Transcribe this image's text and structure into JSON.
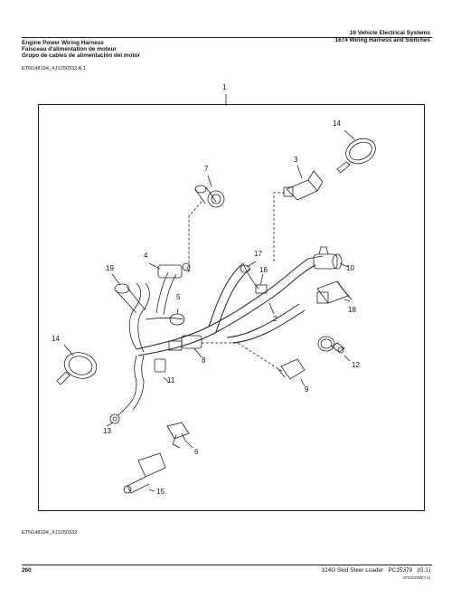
{
  "header": {
    "section": "16 Vehicle Electrical Systems",
    "group": "1674 Wiring Harness and Switches"
  },
  "titles": {
    "en": "Engine Power Wiring Harness",
    "fr": "Faisceau d'alimentation de moteur",
    "es": "Grupo de cables de alimentación del motor"
  },
  "figure_code_top": "ETN148194_XJ1250332 A.1",
  "figure_code_bottom": "ETN148194_XJ1250332",
  "callouts": [
    "1",
    "14",
    "7",
    "3",
    "17",
    "4",
    "16",
    "19",
    "10",
    "5",
    "2",
    "18",
    "14",
    "8",
    "12",
    "11",
    "9",
    "13",
    "6",
    "15"
  ],
  "footer": {
    "page": "260",
    "model": "324G Skid Steer Loader",
    "doc": "PC15379",
    "rev": "(G.1)",
    "stamp": "STD1015W(7.1)"
  }
}
